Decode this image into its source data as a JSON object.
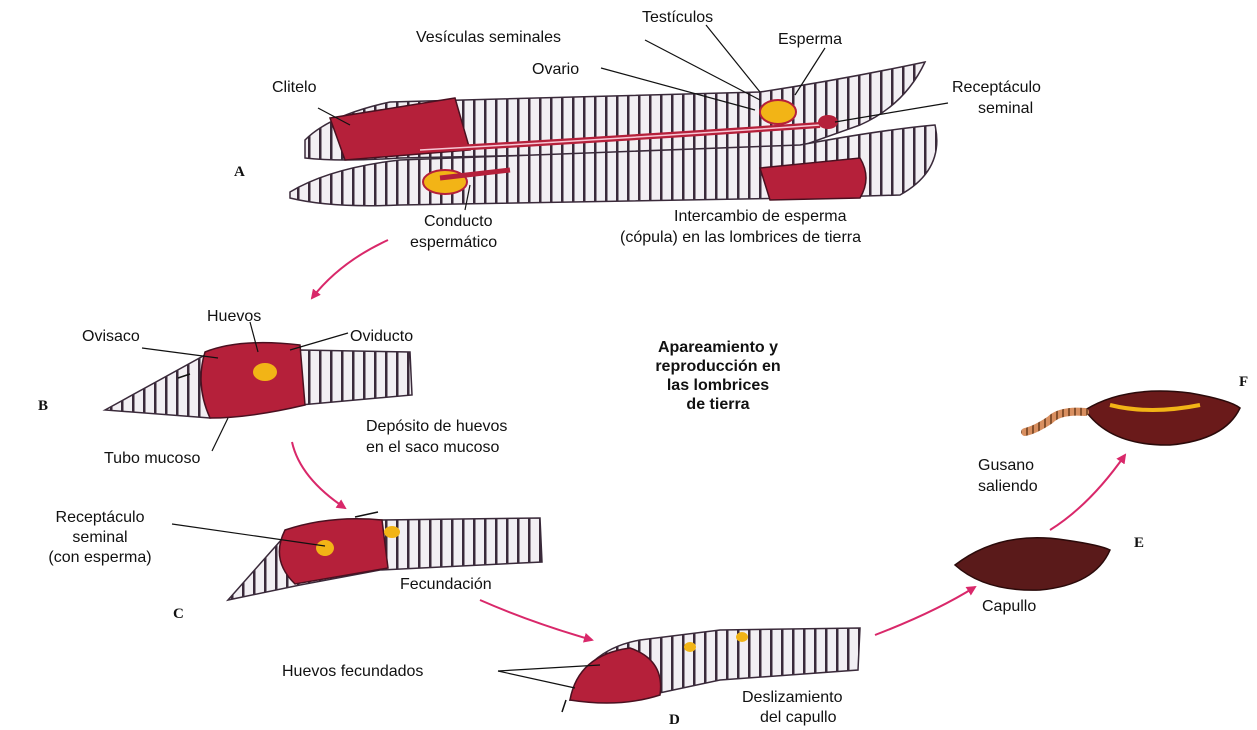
{
  "colors": {
    "flow_arrow": "#d9286a",
    "worm_ring_fill": "#f2eff3",
    "worm_ring_stroke": "#3a2a3a",
    "clitellum": "#b5203a",
    "gonad": "#f2b416",
    "cocoon": "#5a1a1a"
  },
  "title_lines": [
    "Apareamiento y",
    "reproducción en",
    "las lombrices",
    "de tierra"
  ],
  "stages": {
    "a": {
      "letter": "A",
      "labels": {
        "testiculos": "Testículos",
        "vesiculas": "Vesículas seminales",
        "esperma": "Esperma",
        "ovario": "Ovario",
        "clitelo": "Clitelo",
        "receptaculo_1": "Receptáculo",
        "receptaculo_2": "seminal",
        "conducto_1": "Conducto",
        "conducto_2": "espermático"
      },
      "caption_lines": [
        "Intercambio de esperma",
        "(cópula) en las lombrices de tierra"
      ]
    },
    "b": {
      "letter": "B",
      "labels": {
        "huevos": "Huevos",
        "ovisaco": "Ovisaco",
        "oviducto": "Oviducto",
        "tubo": "Tubo mucoso"
      },
      "caption_lines": [
        "Depósito de huevos",
        "en el saco mucoso"
      ]
    },
    "c": {
      "letter": "C",
      "labels": {
        "receptaculo_1": "Receptáculo",
        "receptaculo_2": "seminal",
        "receptaculo_3": "(con esperma)"
      },
      "caption": "Fecundación"
    },
    "d": {
      "letter": "D",
      "labels": {
        "huevos": "Huevos fecundados"
      },
      "caption_lines": [
        "Deslizamiento",
        "del capullo"
      ]
    },
    "e": {
      "letter": "E",
      "caption": "Capullo"
    },
    "f": {
      "letter": "F",
      "caption_lines": [
        "Gusano",
        "saliendo"
      ]
    }
  }
}
